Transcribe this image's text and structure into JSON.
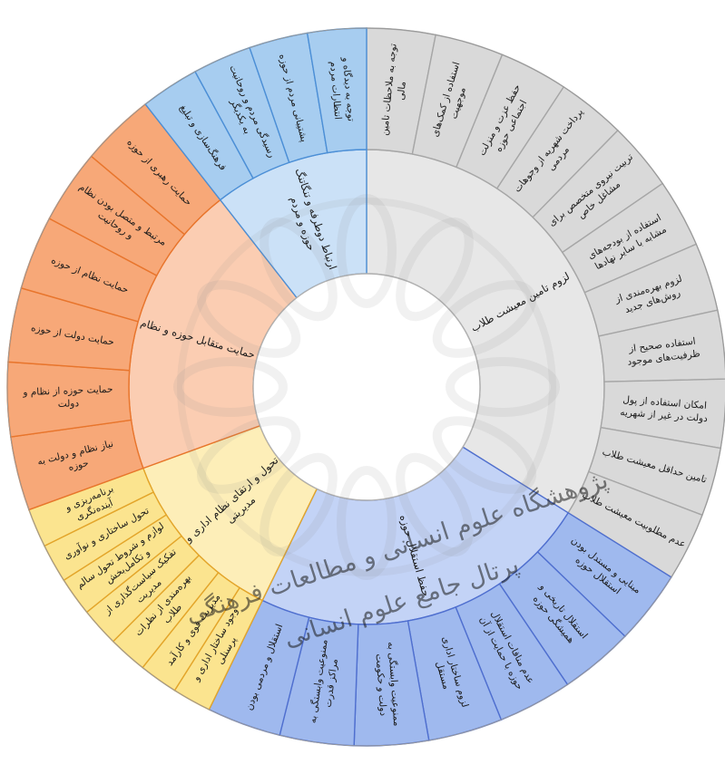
{
  "diagram": {
    "type": "sunburst",
    "palette": {
      "gray": {
        "outer": "#d9d9d9",
        "inner": "#e7e7e7",
        "edge": "#a6a6a6"
      },
      "blue": {
        "outer": "#9fb9ee",
        "inner": "#c3d3f6",
        "edge": "#4f6fcf"
      },
      "yellow": {
        "outer": "#fbe48f",
        "inner": "#fdeeb8",
        "edge": "#e3a52a"
      },
      "orange": {
        "outer": "#f7a878",
        "inner": "#fbcdb2",
        "edge": "#e8752c"
      },
      "lightblue": {
        "outer": "#a7cdf0",
        "inner": "#cbe1f7",
        "edge": "#4c8fd6"
      }
    },
    "categories": [
      {
        "label": "لزوم تامین معیشت طلاب",
        "color": "gray",
        "items": [
          "توجه به ملاحظات تامین مالی",
          "استفاده از کمک‌های موجهیت",
          "حفظ عزت و منزلت اجتماعی حوزه",
          "پرداخت شهریه از وجوهات مردمی",
          "تربیت نیروی متخصص برای مشاغل خاص",
          "استفاده از بودجه‌های مشابه با سایر نهادها",
          "لزوم بهره‌مندی از روش‌های جدید",
          "استفاده صحیح از ظرفیت‌های موجود",
          "امکان استفاده از پول دولت در غیر از شهریه",
          "تامین حداقل معیشت طلاب",
          "عدم مطلوبیت معیشت طلاب"
        ]
      },
      {
        "label": "حفظ استقلال حوزه",
        "color": "blue",
        "items": [
          "مبنایی و مستدل بودن استقلال حوزه",
          "استقلال تاریخی و همیشگی حوزه",
          "عدم منافات استقلال حوزه با حمایت از آن",
          "لزوم ساختار اداری مستقل",
          "ممنوعیت وابستگی به دولت و حکومت",
          "ممنوعیت وابستگی به مراکز قدرت",
          "استقلال و مردمی بودن"
        ]
      },
      {
        "label": "تحول و ارتقای نظام اداری و مدیریتی",
        "color": "yellow",
        "items": [
          "وجود ساختار اداری و پرسنلی",
          "مدیریت قوی و کارآمد",
          "بهره‌مندی از نظرات طلاب",
          "تفکیک سیاست‌گذاری از مدیریت",
          "لوازم و شروط تحول سالم و تکامل‌بخش",
          "تحول ساختاری و نوآوری",
          "برنامه‌ریزی و آینده‌نگری"
        ]
      },
      {
        "label": "حمایت متقابل حوزه و نظام",
        "color": "orange",
        "items": [
          "نیاز نظام و دولت به حوزه",
          "حمایت حوزه از نظام و دولت",
          "حمایت دولت از حوزه",
          "حمایت نظام از حوزه",
          "مرتبط و متصل بودن نظام و روحانیت",
          "حمایت رهبری از حوزه"
        ]
      },
      {
        "label": "ارتباط دوطرفه و تنگاتنگ حوزه و مردم",
        "color": "lightblue",
        "items": [
          "فرهنگ‌سازی و تبلیغ",
          "رسیدگی مردم و روحانیت به یکدیگر",
          "پشتیبانی مردم از حوزه",
          "توجه به دیدگاه و انتظارات مردم"
        ]
      }
    ],
    "watermark": {
      "line1": "پژوهشگاه علوم انسانی و مطالعات فرهنگی",
      "line2": "پرتال جامع علوم انسانی"
    }
  }
}
